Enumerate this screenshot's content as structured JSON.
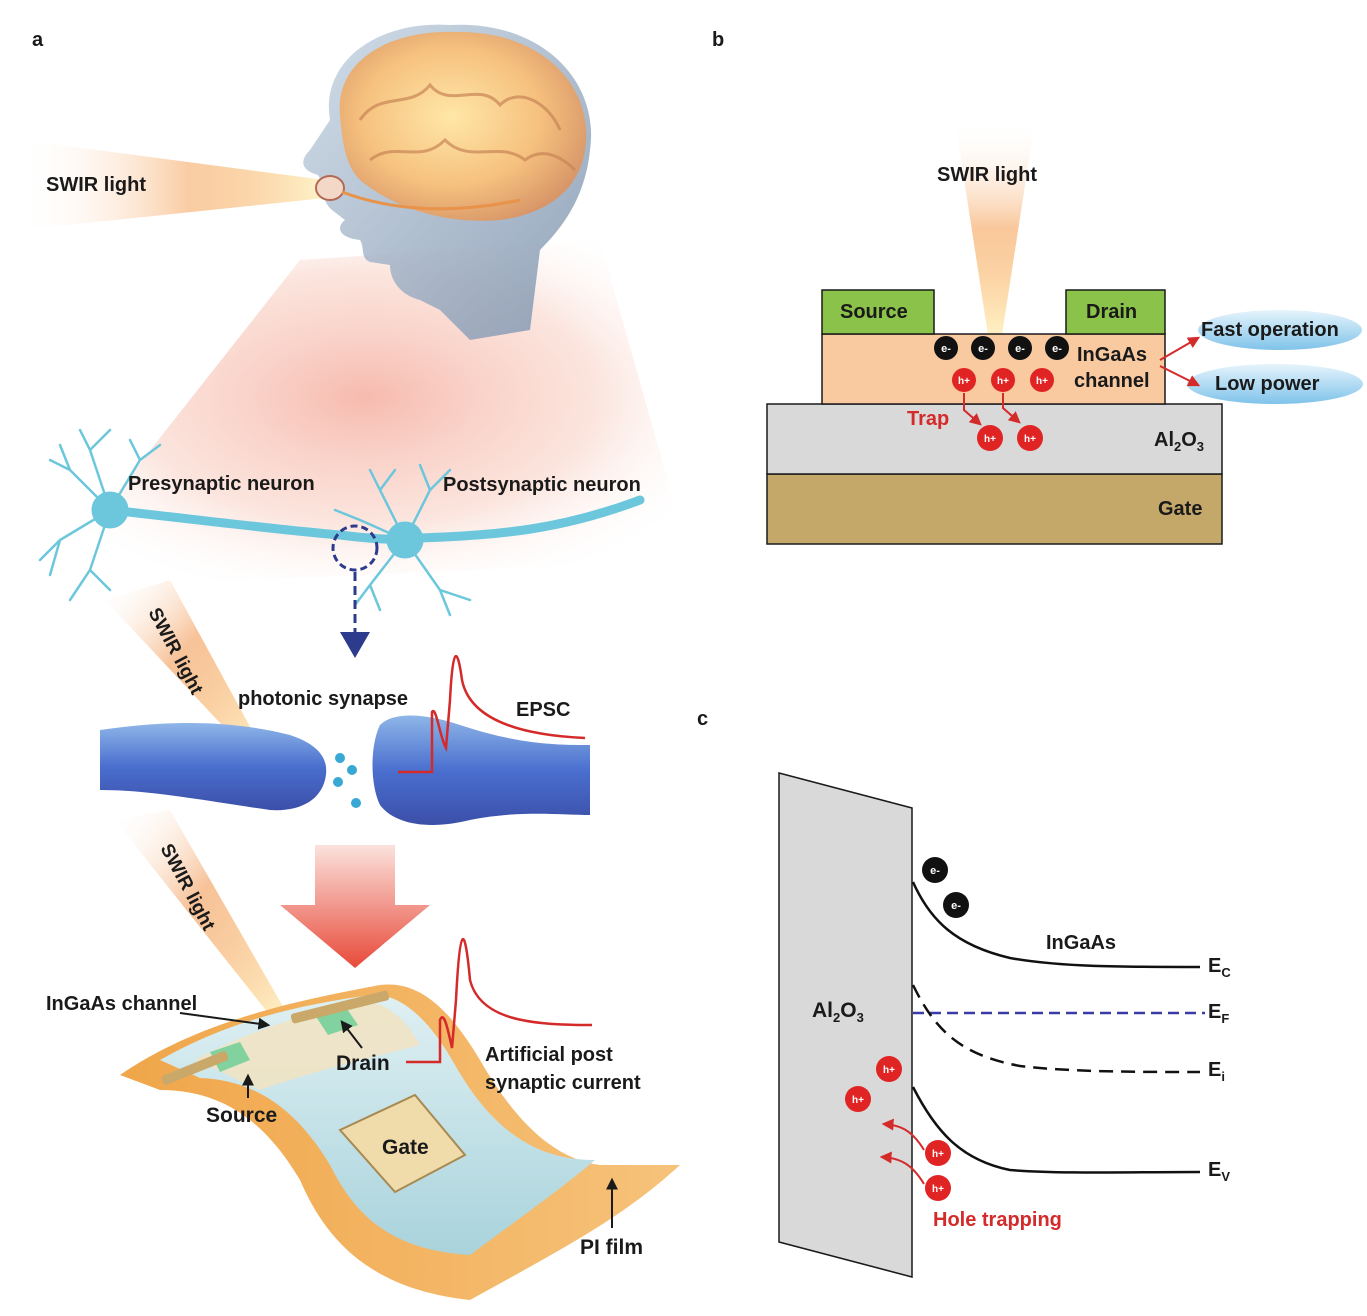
{
  "panels": {
    "a": {
      "letter": "a",
      "swir_label_top": "SWIR light",
      "presynaptic_label": "Presynaptic neuron",
      "postsynaptic_label": "Postsynaptic neuron",
      "swir_label_mid": "SWIR light",
      "photonic_synapse_label": "photonic synapse",
      "epsc_label": "EPSC",
      "swir_label_low": "SWIR light",
      "ingaas_channel_label": "InGaAs channel",
      "drain_label": "Drain",
      "source_label": "Source",
      "gate_label": "Gate",
      "apsc_line1": "Artificial post",
      "apsc_line2": "synaptic current",
      "pi_film_label": "PI film"
    },
    "b": {
      "letter": "b",
      "swir_label": "SWIR light",
      "source_label": "Source",
      "drain_label": "Drain",
      "channel_line1": "InGaAs",
      "channel_line2": "channel",
      "electron_label": "e-",
      "hole_label": "h+",
      "trap_label": "Trap",
      "oxide_main": "Al",
      "oxide_sub1": "2",
      "oxide_mid": "O",
      "oxide_sub2": "3",
      "gate_label": "Gate",
      "fast_operation": "Fast operation",
      "low_power": "Low power"
    },
    "c": {
      "letter": "c",
      "oxide_main": "Al",
      "oxide_sub1": "2",
      "oxide_mid": "O",
      "oxide_sub2": "3",
      "ingaas_label": "InGaAs",
      "electron_label": "e-",
      "hole_label": "h+",
      "ec_main": "E",
      "ec_sub": "C",
      "ef_main": "E",
      "ef_sub": "F",
      "ei_main": "E",
      "ei_sub": "i",
      "ev_main": "E",
      "ev_sub": "V",
      "hole_trapping": "Hole trapping"
    }
  },
  "colors": {
    "accent_red": "#d42a2a",
    "source_drain_green": "#8bc34a",
    "channel_orange": "#f9c9a0",
    "oxide_gray": "#d9d9d9",
    "gate_tan": "#c3a86a",
    "fermi_blue": "#3a3aa8",
    "oval_blue": "#9fd2ef",
    "neuron_cyan": "#6cc7dc"
  },
  "icons": [
    "brain-illustration",
    "neuron-illustration",
    "synapse-illustration",
    "flexible-device-illustration",
    "light-beam"
  ]
}
